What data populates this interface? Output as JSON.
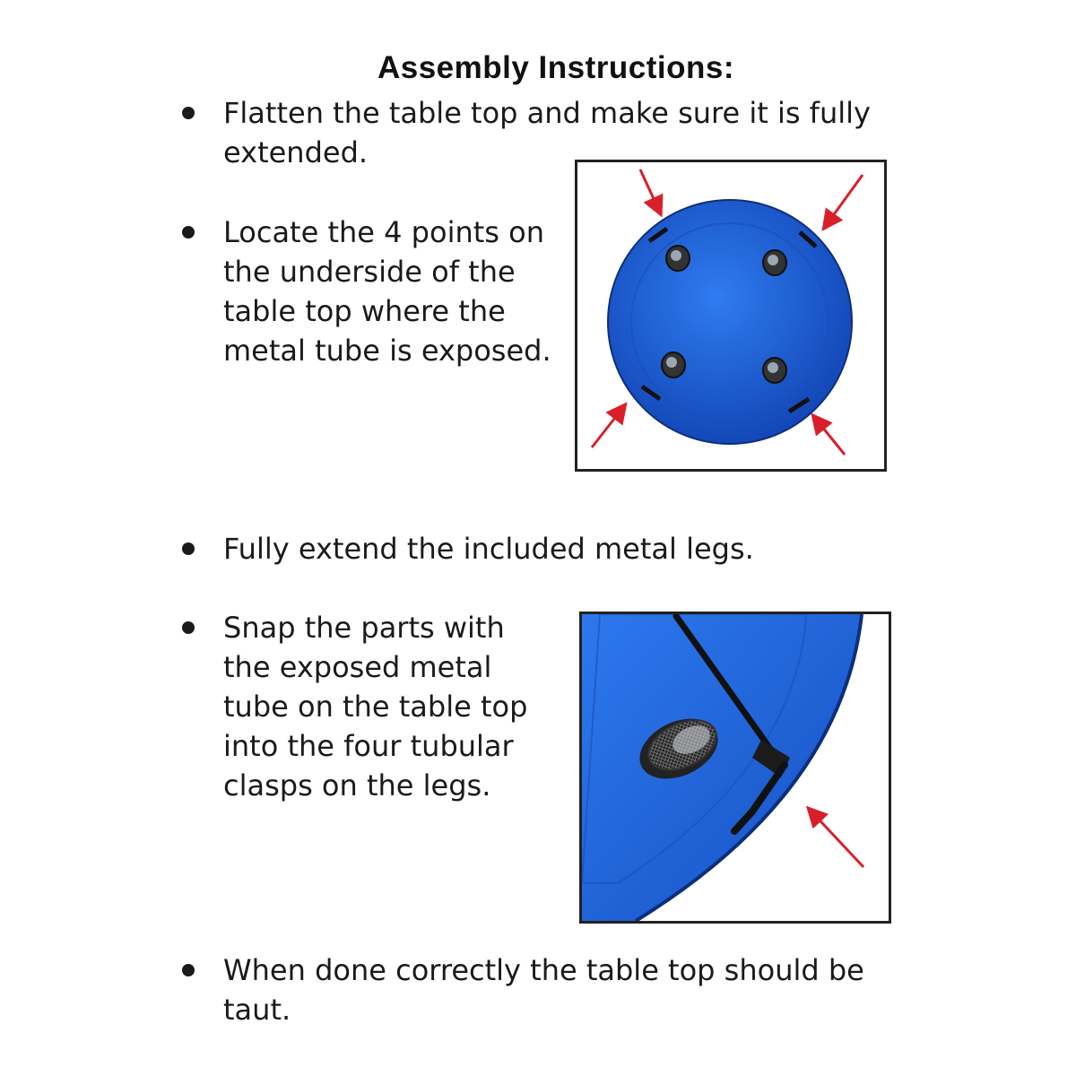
{
  "document": {
    "title": "Assembly Instructions:",
    "steps": [
      {
        "text": "Flatten the table top and make sure it is fully extended."
      },
      {
        "text": "Locate the 4 points on the underside of the table top where the metal tube is exposed."
      },
      {
        "text": "Fully extend the included metal legs."
      },
      {
        "text": "Snap the parts with the exposed metal tube on the table top into the four tubular clasps on the legs."
      },
      {
        "text": "When done correctly the table top should be taut."
      }
    ]
  },
  "colors": {
    "table_blue": "#1f5fd6",
    "arrow_red": "#d9202a",
    "text": "#1a1a1a"
  },
  "figures": {
    "underside": {
      "icon": "table-top-underside-photo",
      "arrows": 4
    },
    "clasp": {
      "icon": "leg-clasp-closeup-photo",
      "arrows": 1
    }
  }
}
